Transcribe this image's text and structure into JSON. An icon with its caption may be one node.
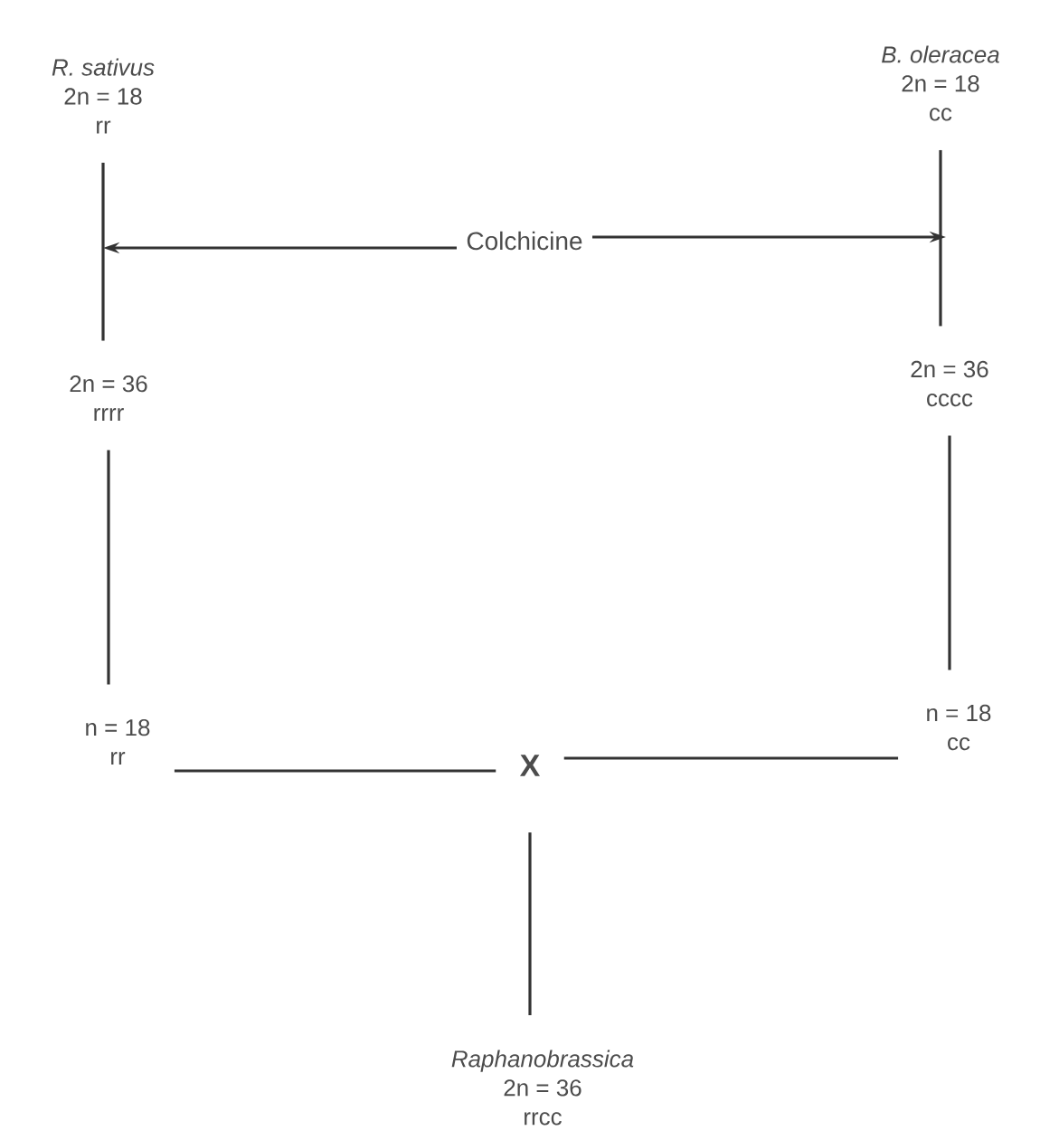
{
  "diagram": {
    "nodes": [
      {
        "text": [
          "R. sativus",
          "2n = 18",
          "rr"
        ]
      },
      {
        "text": [
          "B. oleracea",
          "2n = 18",
          "cc"
        ]
      },
      {
        "text": [
          "Colchicine"
        ]
      },
      {
        "text": [
          "2n = 36",
          "rrrr"
        ]
      },
      {
        "text": [
          "2n = 36",
          "cccc"
        ]
      },
      {
        "text": [
          "n = 18",
          "rr"
        ]
      },
      {
        "text": [
          "n = 18",
          "cc"
        ]
      },
      {
        "text": [
          "X"
        ]
      },
      {
        "text": [
          "Raphanobrassica",
          "2n = 36",
          "rrcc"
        ]
      }
    ],
    "edges": [
      {
        "from": 0,
        "to": 3,
        "arrow": "none"
      },
      {
        "from": 1,
        "to": 4,
        "arrow": "none"
      },
      {
        "from": 2,
        "to": null,
        "arrow": "to"
      },
      {
        "from": 2,
        "to": null,
        "arrow": "to"
      },
      {
        "from": 3,
        "to": 5,
        "arrow": "none"
      },
      {
        "from": 4,
        "to": 6,
        "arrow": "none"
      },
      {
        "from": 5,
        "to": 7,
        "arrow": "none"
      },
      {
        "from": 6,
        "to": 7,
        "arrow": "none"
      },
      {
        "from": 7,
        "to": 8,
        "arrow": "none"
      }
    ]
  }
}
